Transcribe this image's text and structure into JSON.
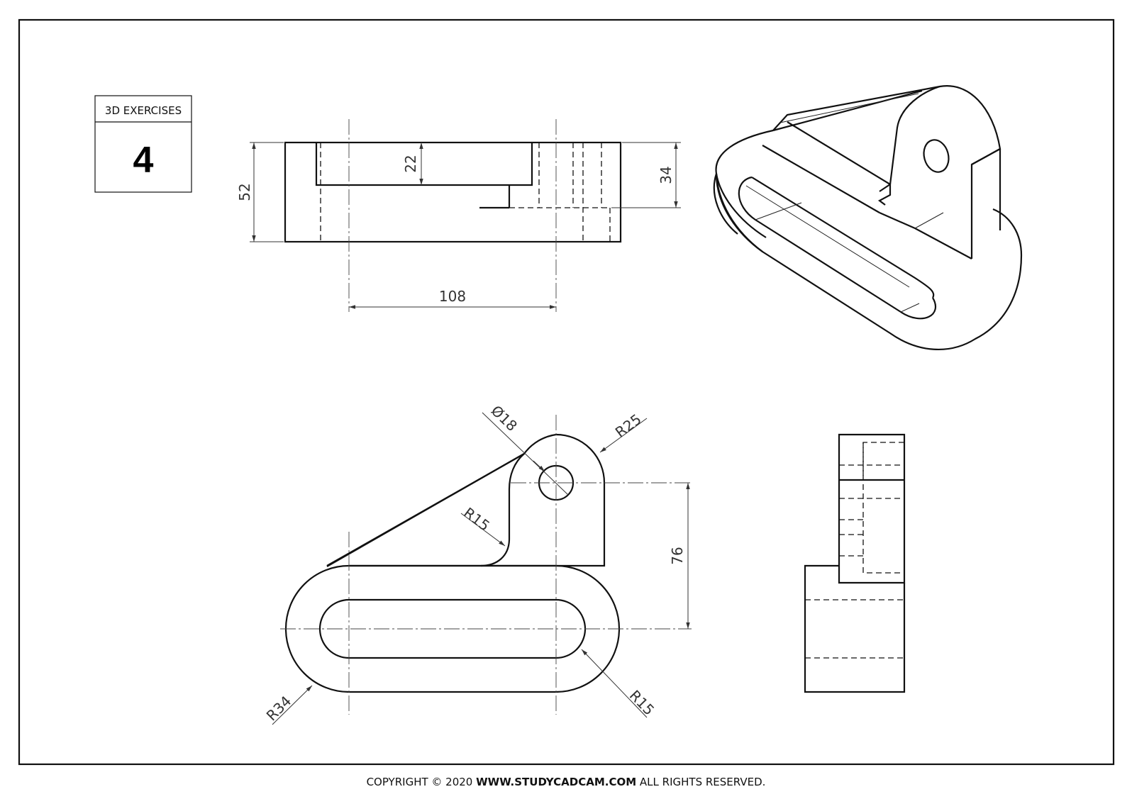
{
  "title_block": {
    "label": "3D EXERCISES",
    "number": "4"
  },
  "dimensions": {
    "height_total": "52",
    "slot_depth": "22",
    "height_right": "34",
    "center_distance": "108",
    "hole_diameter": "Ø18",
    "boss_radius": "R25",
    "fillet_radius": "R15",
    "vertical_offset": "76",
    "outer_radius": "R34",
    "slot_radius": "R15"
  },
  "footer": {
    "prefix": "COPYRIGHT © 2020 ",
    "site": "WWW.STUDYCADCAM.COM",
    "suffix": " ALL RIGHTS RESERVED."
  }
}
